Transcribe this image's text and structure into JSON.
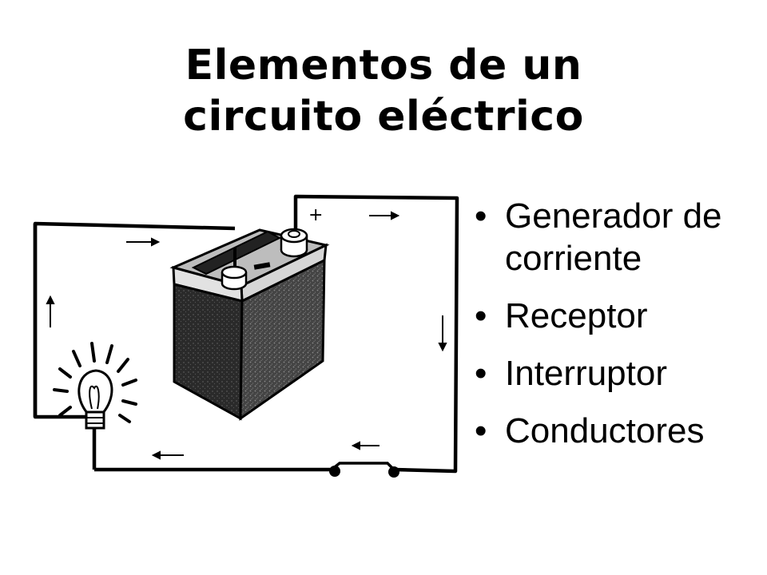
{
  "slide": {
    "title_line1": "Elementos de un",
    "title_line2": "circuito eléctrico",
    "bullets": [
      "Generador de corriente",
      "Receptor",
      "Interruptor",
      "Conductores"
    ]
  },
  "diagram": {
    "plus_sign": "+",
    "icons": [
      "battery-icon",
      "light-bulb-icon",
      "switch-icon",
      "arrow-icon"
    ]
  }
}
